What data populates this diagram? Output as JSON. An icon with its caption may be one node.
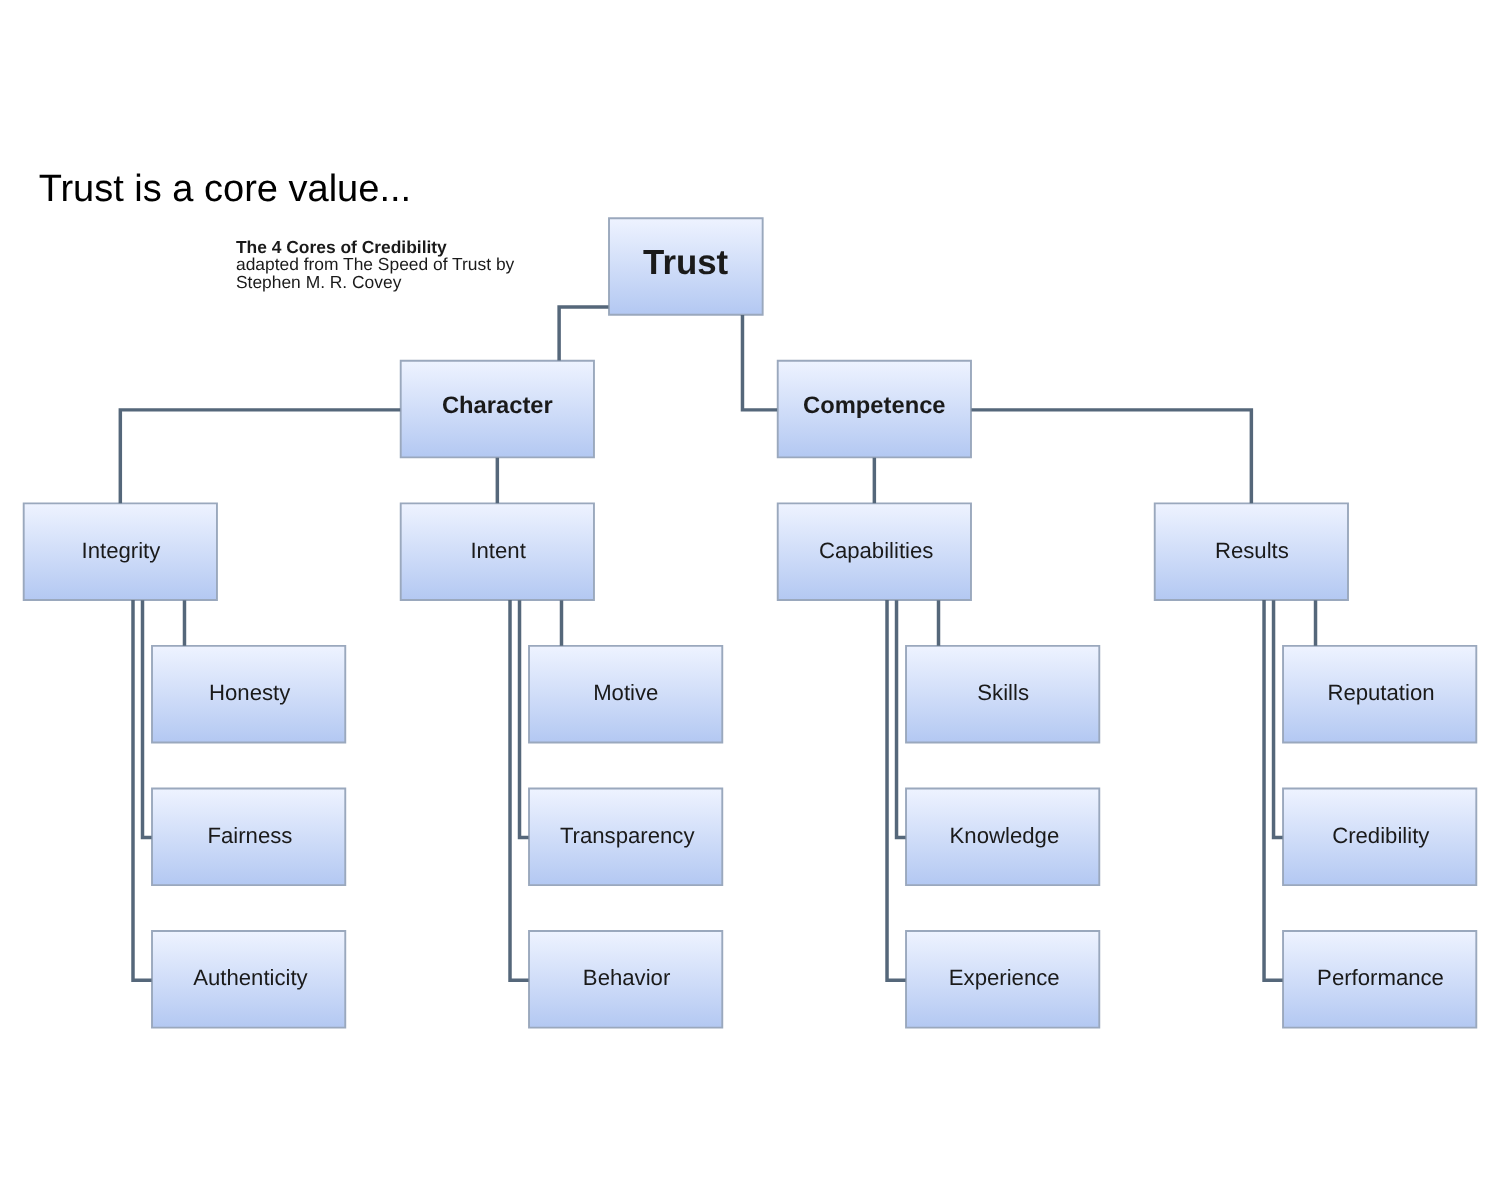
{
  "diagram": {
    "title": "Trust is a core value...",
    "nodes": [
      {
        "text": [
          "Trust"
        ]
      },
      {
        "text": [
          "Character"
        ]
      },
      {
        "text": [
          "Competence"
        ]
      },
      {
        "text": [
          "Integrity"
        ]
      },
      {
        "text": [
          "Intent"
        ]
      },
      {
        "text": [
          "Capabilities"
        ]
      },
      {
        "text": [
          "Results"
        ]
      },
      {
        "text": [
          "Honesty"
        ]
      },
      {
        "text": [
          "Fairness"
        ]
      },
      {
        "text": [
          "Authenticity"
        ]
      },
      {
        "text": [
          "Motive"
        ]
      },
      {
        "text": [
          "Transparency"
        ]
      },
      {
        "text": [
          "Behavior"
        ]
      },
      {
        "text": [
          "Skills"
        ]
      },
      {
        "text": [
          "Knowledge"
        ]
      },
      {
        "text": [
          "Experience"
        ]
      },
      {
        "text": [
          "Reputation"
        ]
      },
      {
        "text": [
          "Credibility"
        ]
      },
      {
        "text": [
          "Performance"
        ]
      }
    ],
    "edges": [
      {
        "from": 0,
        "to": 1,
        "arrow": "none"
      },
      {
        "from": 0,
        "to": 2,
        "arrow": "none"
      },
      {
        "from": 1,
        "to": 3,
        "arrow": "none"
      },
      {
        "from": 1,
        "to": 4,
        "arrow": "none"
      },
      {
        "from": 2,
        "to": 5,
        "arrow": "none"
      },
      {
        "from": 2,
        "to": 6,
        "arrow": "none"
      },
      {
        "from": 3,
        "to": 7,
        "arrow": "none"
      },
      {
        "from": 3,
        "to": 8,
        "arrow": "none"
      },
      {
        "from": 3,
        "to": 9,
        "arrow": "none"
      },
      {
        "from": 4,
        "to": 10,
        "arrow": "none"
      },
      {
        "from": 4,
        "to": 11,
        "arrow": "none"
      },
      {
        "from": 4,
        "to": 12,
        "arrow": "none"
      },
      {
        "from": 5,
        "to": 13,
        "arrow": "none"
      },
      {
        "from": 5,
        "to": 14,
        "arrow": "none"
      },
      {
        "from": 5,
        "to": 15,
        "arrow": "none"
      },
      {
        "from": 6,
        "to": 16,
        "arrow": "none"
      },
      {
        "from": 6,
        "to": 17,
        "arrow": "none"
      },
      {
        "from": 6,
        "to": 18,
        "arrow": "none"
      }
    ],
    "labels": [
      "**The 4 Cores of Credibility** adapted from The Speed of Trust by Stephen M. R. Covey"
    ]
  }
}
